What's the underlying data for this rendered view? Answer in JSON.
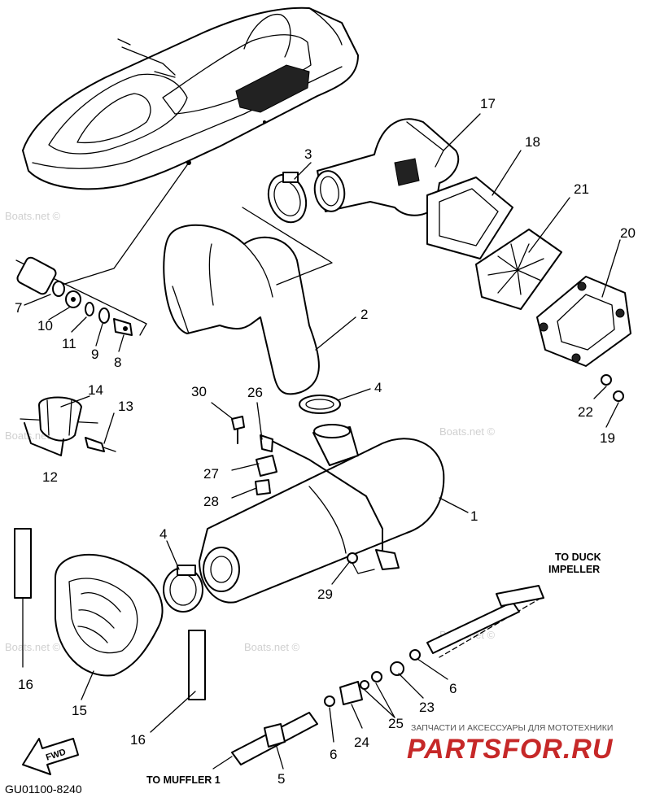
{
  "callouts": {
    "c1": "1",
    "c2": "2",
    "c3": "3",
    "c4a": "4",
    "c4b": "4",
    "c5": "5",
    "c6a": "6",
    "c6b": "6",
    "c7": "7",
    "c8": "8",
    "c9": "9",
    "c10": "10",
    "c11": "11",
    "c12": "12",
    "c13": "13",
    "c14": "14",
    "c15": "15",
    "c16a": "16",
    "c16b": "16",
    "c17": "17",
    "c18": "18",
    "c19": "19",
    "c20": "20",
    "c21": "21",
    "c22": "22",
    "c23": "23",
    "c24": "24",
    "c25": "25",
    "c26": "26",
    "c27": "27",
    "c28": "28",
    "c29": "29",
    "c30": "30"
  },
  "captions": {
    "to_duck_line1": "TO DUCK",
    "to_duck_line2": "IMPELLER",
    "to_muffler": "TO MUFFLER 1",
    "fwd": "FWD"
  },
  "diagram_code": "GU01100-8240",
  "watermark": "Boats.net ©",
  "logo": {
    "tagline": "ЗАПЧАСТИ И АКСЕССУАРЫ ДЛЯ МОТОТЕХНИКИ",
    "brand": "PARTSFOR.RU",
    "color": "#c62828"
  }
}
